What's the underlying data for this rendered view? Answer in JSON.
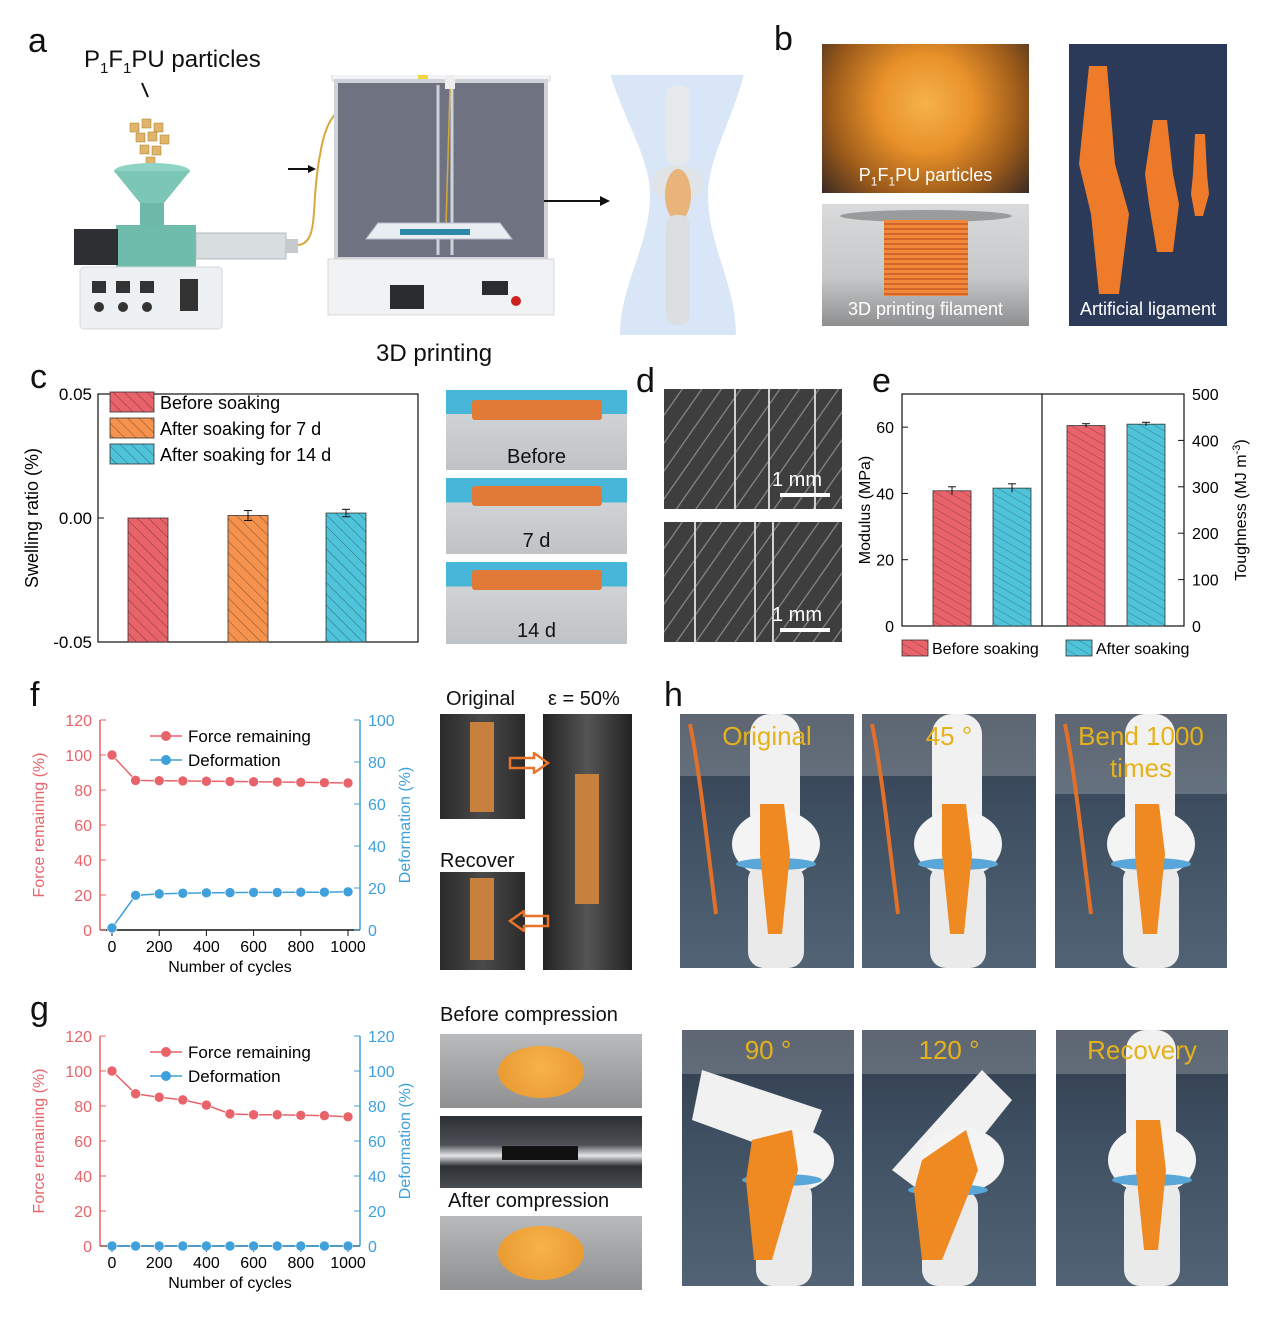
{
  "panels": {
    "a": "a",
    "b": "b",
    "c": "c",
    "d": "d",
    "e": "e",
    "f": "f",
    "g": "g",
    "h": "h"
  },
  "panel_a": {
    "particles_label_prefix": "P",
    "particles_sub1": "1",
    "particles_F": "F",
    "particles_sub2": "1",
    "particles_suffix": "PU particles",
    "printing_label": "3D printing"
  },
  "panel_b": {
    "particles_caption_prefix": "P",
    "particles_caption_sub1": "1",
    "particles_caption_F": "F",
    "particles_caption_sub2": "1",
    "particles_caption_suffix": "PU particles",
    "filament_caption": "3D printing filament",
    "ligament_caption": "Artificial ligament"
  },
  "panel_c": {
    "photo_labels": [
      "Before",
      "7 d",
      "14 d"
    ]
  },
  "panel_d": {
    "scale_bar_1": "1 mm",
    "scale_bar_2": "1 mm"
  },
  "panel_f": {
    "photo_original": "Original",
    "photo_strain": "ε = 50%",
    "photo_recover": "Recover"
  },
  "panel_g": {
    "before": "Before compression",
    "after": "After compression"
  },
  "panel_h": {
    "labels": [
      "Original",
      "45 °",
      "Bend 1000 times",
      "90 °",
      "120 °",
      "Recovery"
    ]
  },
  "colors": {
    "red": "#e8636a",
    "orange": "#f4924e",
    "blue": "#4fc3d9",
    "line_red": "#e8636a",
    "line_blue": "#3fa0dc",
    "knee_label": "#e6b21c"
  },
  "chart_data": [
    {
      "id": "c",
      "type": "bar",
      "categories": [
        "Before soaking",
        "After soaking for 7 d",
        "After soaking for 14 d"
      ],
      "values": [
        0.0,
        0.001,
        0.002
      ],
      "errors": [
        0,
        0.002,
        0.0015
      ],
      "series_colors": [
        "#e8636a",
        "#f4924e",
        "#4fc3d9"
      ],
      "ylabel": "Swelling ratio (%)",
      "ylim": [
        -0.05,
        0.05
      ],
      "yticks": [
        "-0.05",
        "0.00",
        "0.05"
      ],
      "legend": [
        "Before soaking",
        "After soaking for 7 d",
        "After soaking for 14 d"
      ],
      "legend_position": "top-left"
    },
    {
      "id": "e",
      "type": "bar",
      "groups": [
        "Modulus",
        "Toughness"
      ],
      "series": [
        {
          "name": "Before soaking",
          "values": [
            40.8,
            432
          ]
        },
        {
          "name": "After soaking",
          "values": [
            41.6,
            435
          ]
        }
      ],
      "errors": [
        [
          1.2,
          4
        ],
        [
          1.3,
          4
        ]
      ],
      "ylabel_left": "Modulus (MPa)",
      "ylabel_right_main": "Toughness (MJ m",
      "ylabel_right_sup": "-3",
      "ylabel_right_close": ")",
      "ylim_left": [
        0,
        70
      ],
      "yticks_left": [
        "0",
        "20",
        "40",
        "60"
      ],
      "ylim_right": [
        0,
        500
      ],
      "yticks_right": [
        "0",
        "100",
        "200",
        "300",
        "400",
        "500"
      ],
      "legend": [
        "Before soaking",
        "After soaking"
      ],
      "legend_position": "bottom"
    },
    {
      "id": "f",
      "type": "line",
      "x": [
        0,
        100,
        200,
        300,
        400,
        500,
        600,
        700,
        800,
        900,
        1000
      ],
      "series": [
        {
          "name": "Force remaining",
          "axis": "left",
          "values": [
            100,
            85.5,
            85.3,
            85.2,
            85,
            84.9,
            84.7,
            84.6,
            84.4,
            84.2,
            84
          ]
        },
        {
          "name": "Deformation",
          "axis": "right",
          "values": [
            1,
            16.5,
            17.2,
            17.5,
            17.7,
            17.8,
            17.9,
            17.9,
            18,
            18,
            18.2
          ]
        }
      ],
      "xlabel": "Number of cycles",
      "ylabel_left": "Force remaining (%)",
      "ylabel_right": "Deformation (%)",
      "xlim": [
        0,
        1000
      ],
      "xticks": [
        "0",
        "200",
        "400",
        "600",
        "800",
        "1000"
      ],
      "ylim_left": [
        0,
        120
      ],
      "yticks_left": [
        "0",
        "20",
        "40",
        "60",
        "80",
        "100",
        "120"
      ],
      "ylim_right": [
        0,
        100
      ],
      "yticks_right": [
        "0",
        "20",
        "40",
        "60",
        "80",
        "100"
      ],
      "legend_position": "top"
    },
    {
      "id": "g",
      "type": "line",
      "x": [
        0,
        100,
        200,
        300,
        400,
        500,
        600,
        700,
        800,
        900,
        1000
      ],
      "series": [
        {
          "name": "Force remaining",
          "axis": "left",
          "values": [
            100,
            87,
            85,
            83.5,
            80.5,
            75.5,
            75,
            75,
            74.7,
            74.5,
            73.8
          ]
        },
        {
          "name": "Deformation",
          "axis": "right",
          "values": [
            0,
            0,
            0,
            0,
            0,
            0,
            0,
            0,
            0,
            0,
            0
          ]
        }
      ],
      "xlabel": "Number of cycles",
      "ylabel_left": "Force remaining (%)",
      "ylabel_right": "Deformation (%)",
      "xlim": [
        0,
        1000
      ],
      "xticks": [
        "0",
        "200",
        "400",
        "600",
        "800",
        "1000"
      ],
      "ylim_left": [
        0,
        120
      ],
      "yticks_left": [
        "0",
        "20",
        "40",
        "60",
        "80",
        "100",
        "120"
      ],
      "ylim_right": [
        0,
        120
      ],
      "yticks_right": [
        "0",
        "20",
        "40",
        "60",
        "80",
        "100",
        "120"
      ],
      "legend_position": "top"
    }
  ]
}
